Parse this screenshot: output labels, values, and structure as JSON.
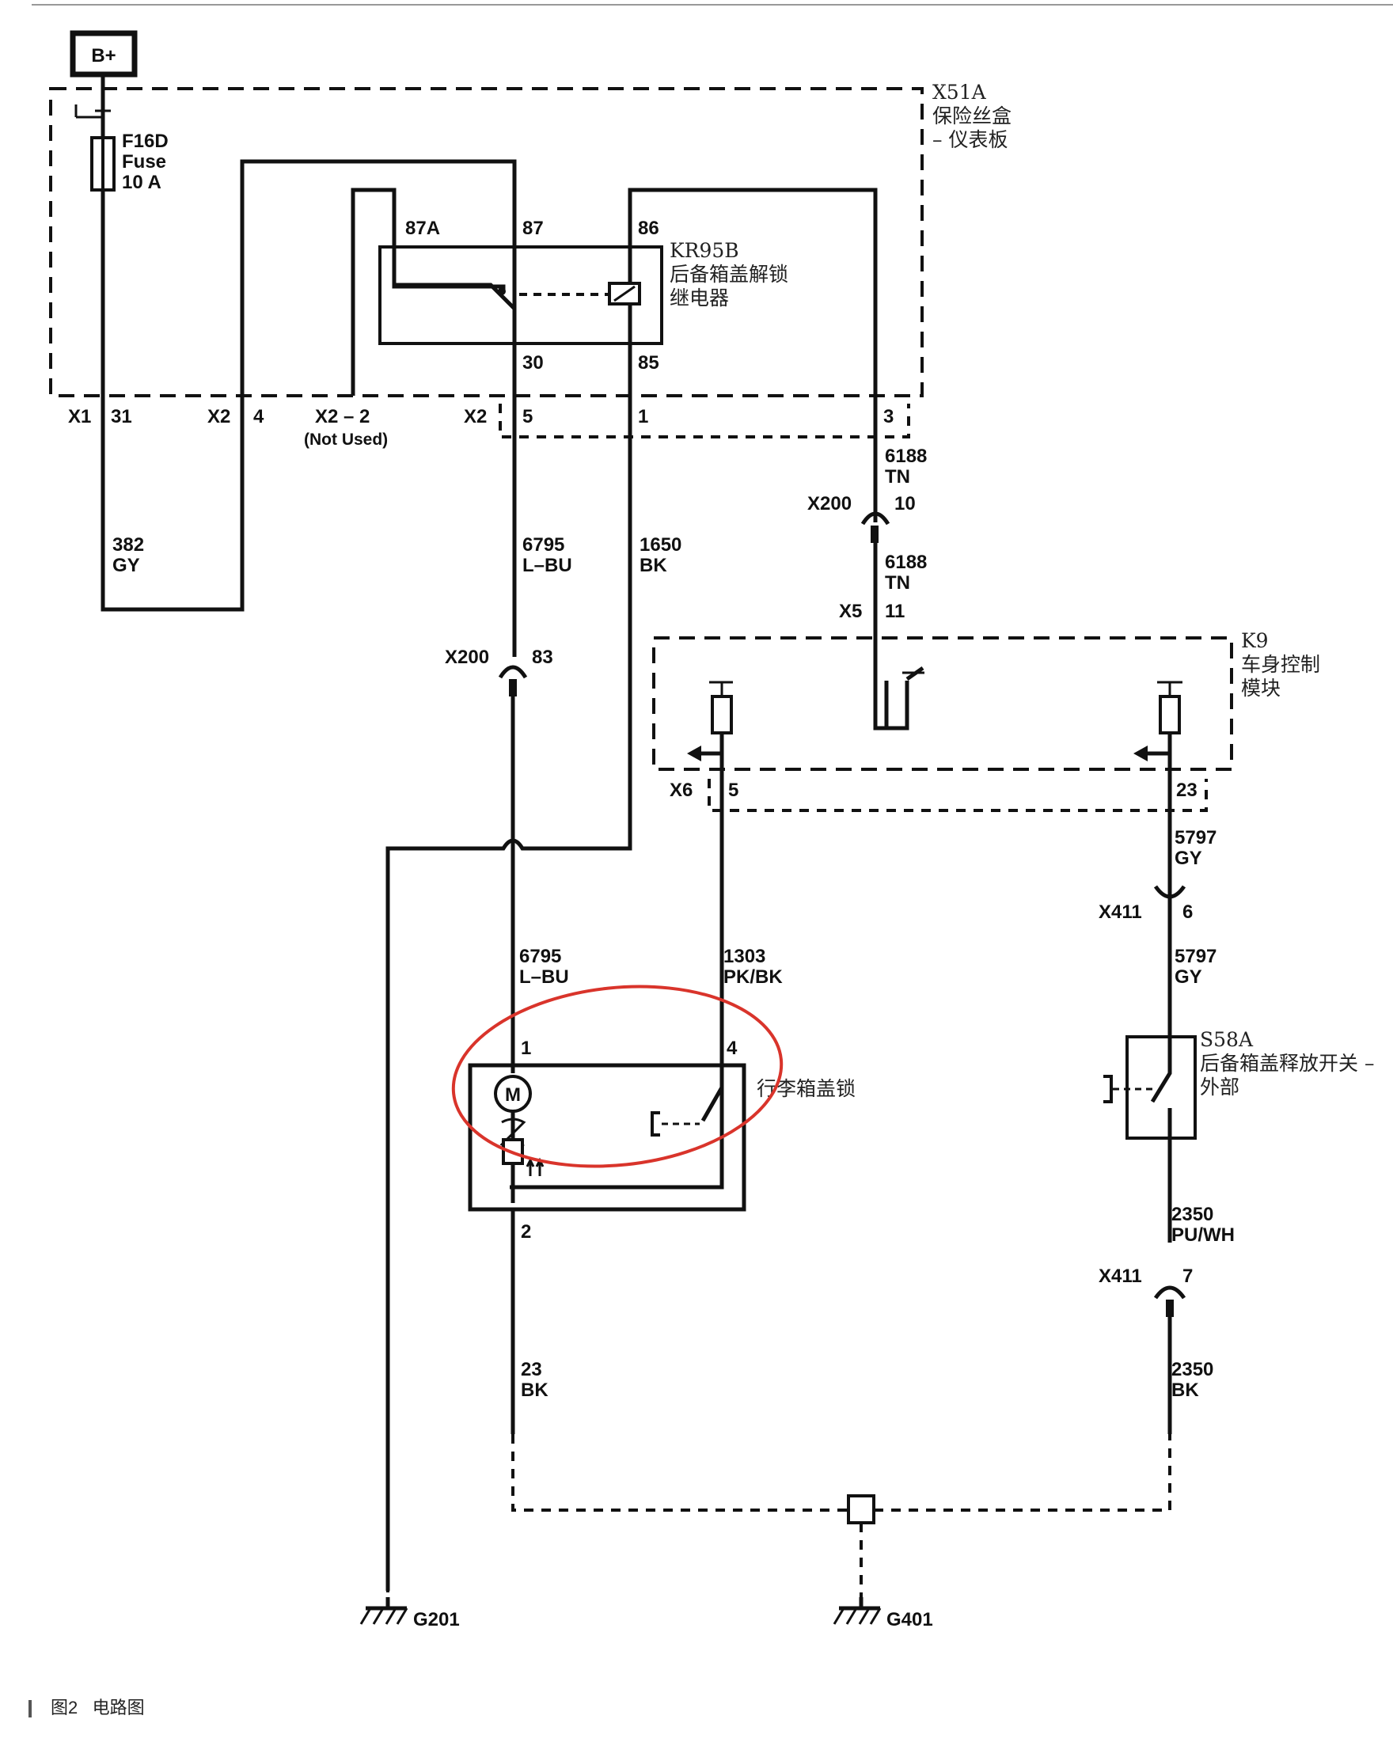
{
  "labels": {
    "power": "B+",
    "fuse_box_id": "X51A",
    "fuse_box_name_1": "保险丝盒",
    "fuse_box_name_2": "– 仪表板",
    "fuse_id": "F16D",
    "fuse_word": "Fuse",
    "fuse_rating": "10 A",
    "pin_87a": "87A",
    "pin_87": "87",
    "pin_86": "86",
    "pin_30": "30",
    "pin_85": "85",
    "relay_id": "KR95B",
    "relay_name_1": "后备箱盖解锁",
    "relay_name_2": "继电器",
    "conn_x1": "X1",
    "conn_x1_pin": "31",
    "conn_x2a": "X2",
    "conn_x2a_pin": "4",
    "conn_x2_2": "X2 – 2",
    "not_used": "(Not Used)",
    "conn_x2b": "X2",
    "conn_x2b_pin": "5",
    "conn_pin_1": "1",
    "conn_pin_3": "3",
    "wire_6188_a": "6188",
    "wire_tn_a": "TN",
    "x200_a": "X200",
    "x200_a_pin": "10",
    "wire_6188_b": "6188",
    "wire_tn_b": "TN",
    "x5": "X5",
    "x5_pin": "11",
    "wire_382": "382",
    "wire_gy_382": "GY",
    "wire_6795_a": "6795",
    "wire_lbu_a": "L–BU",
    "wire_1650": "1650",
    "wire_bk_1650": "BK",
    "x200_b": "X200",
    "x200_b_pin": "83",
    "bcm_id": "K9",
    "bcm_name_1": "车身控制",
    "bcm_name_2": "模块",
    "x6": "X6",
    "x6_pin": "5",
    "pin_23": "23",
    "wire_5797_a": "5797",
    "wire_gy_a": "GY",
    "x411_a": "X411",
    "x411_a_pin": "6",
    "wire_5797_b": "5797",
    "wire_gy_b": "GY",
    "wire_6795_b": "6795",
    "wire_lbu_b": "L–BU",
    "wire_1303": "1303",
    "wire_pkbk": "PK/BK",
    "lock_pin_1": "1",
    "lock_pin_4": "4",
    "lock_name": "行李箱盖锁",
    "motor": "M",
    "lock_pin_2": "2",
    "switch_id": "S58A",
    "switch_name_1": "后备箱盖释放开关 –",
    "switch_name_2": "外部",
    "wire_2350_a": "2350",
    "wire_puwh": "PU/WH",
    "x411_b": "X411",
    "x411_b_pin": "7",
    "wire_2350_b": "2350",
    "wire_bk_2350": "BK",
    "wire_23": "23",
    "wire_bk_23": "BK",
    "ground_g201": "G201",
    "ground_g401": "G401"
  },
  "caption": {
    "figure": "图2",
    "title": "电路图"
  },
  "colors": {
    "highlight": "#d9342b",
    "ink": "#111111"
  }
}
